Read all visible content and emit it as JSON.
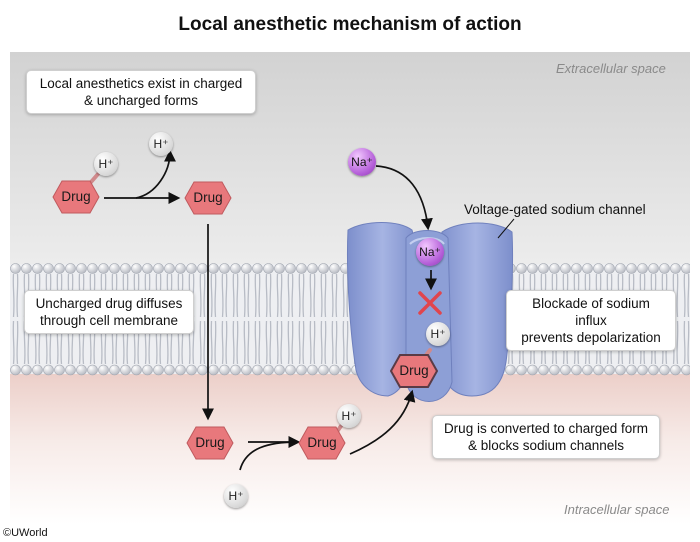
{
  "title": "Local anesthetic mechanism of action",
  "regions": {
    "extracellular": "Extracellular space",
    "intracellular": "Intracellular space"
  },
  "callouts": {
    "forms": [
      "Local anesthetics exist in charged",
      "& uncharged forms"
    ],
    "diffuse": [
      "Uncharged drug diffuses",
      "through cell membrane"
    ],
    "blockade": [
      "Blockade of sodium influx",
      "prevents depolarization"
    ],
    "converted": [
      "Drug is converted to charged form",
      "& blocks sodium channels"
    ]
  },
  "channel_label": "Voltage-gated sodium channel",
  "drug_label": "Drug",
  "ions": {
    "hydrogen": "H⁺",
    "sodium": "Na⁺"
  },
  "copyright": "©UWorld",
  "colors": {
    "drug": "#e8787c",
    "sodium": "#b45ed8",
    "channel": "#8d9fd6",
    "membrane": "#d4d7de"
  }
}
